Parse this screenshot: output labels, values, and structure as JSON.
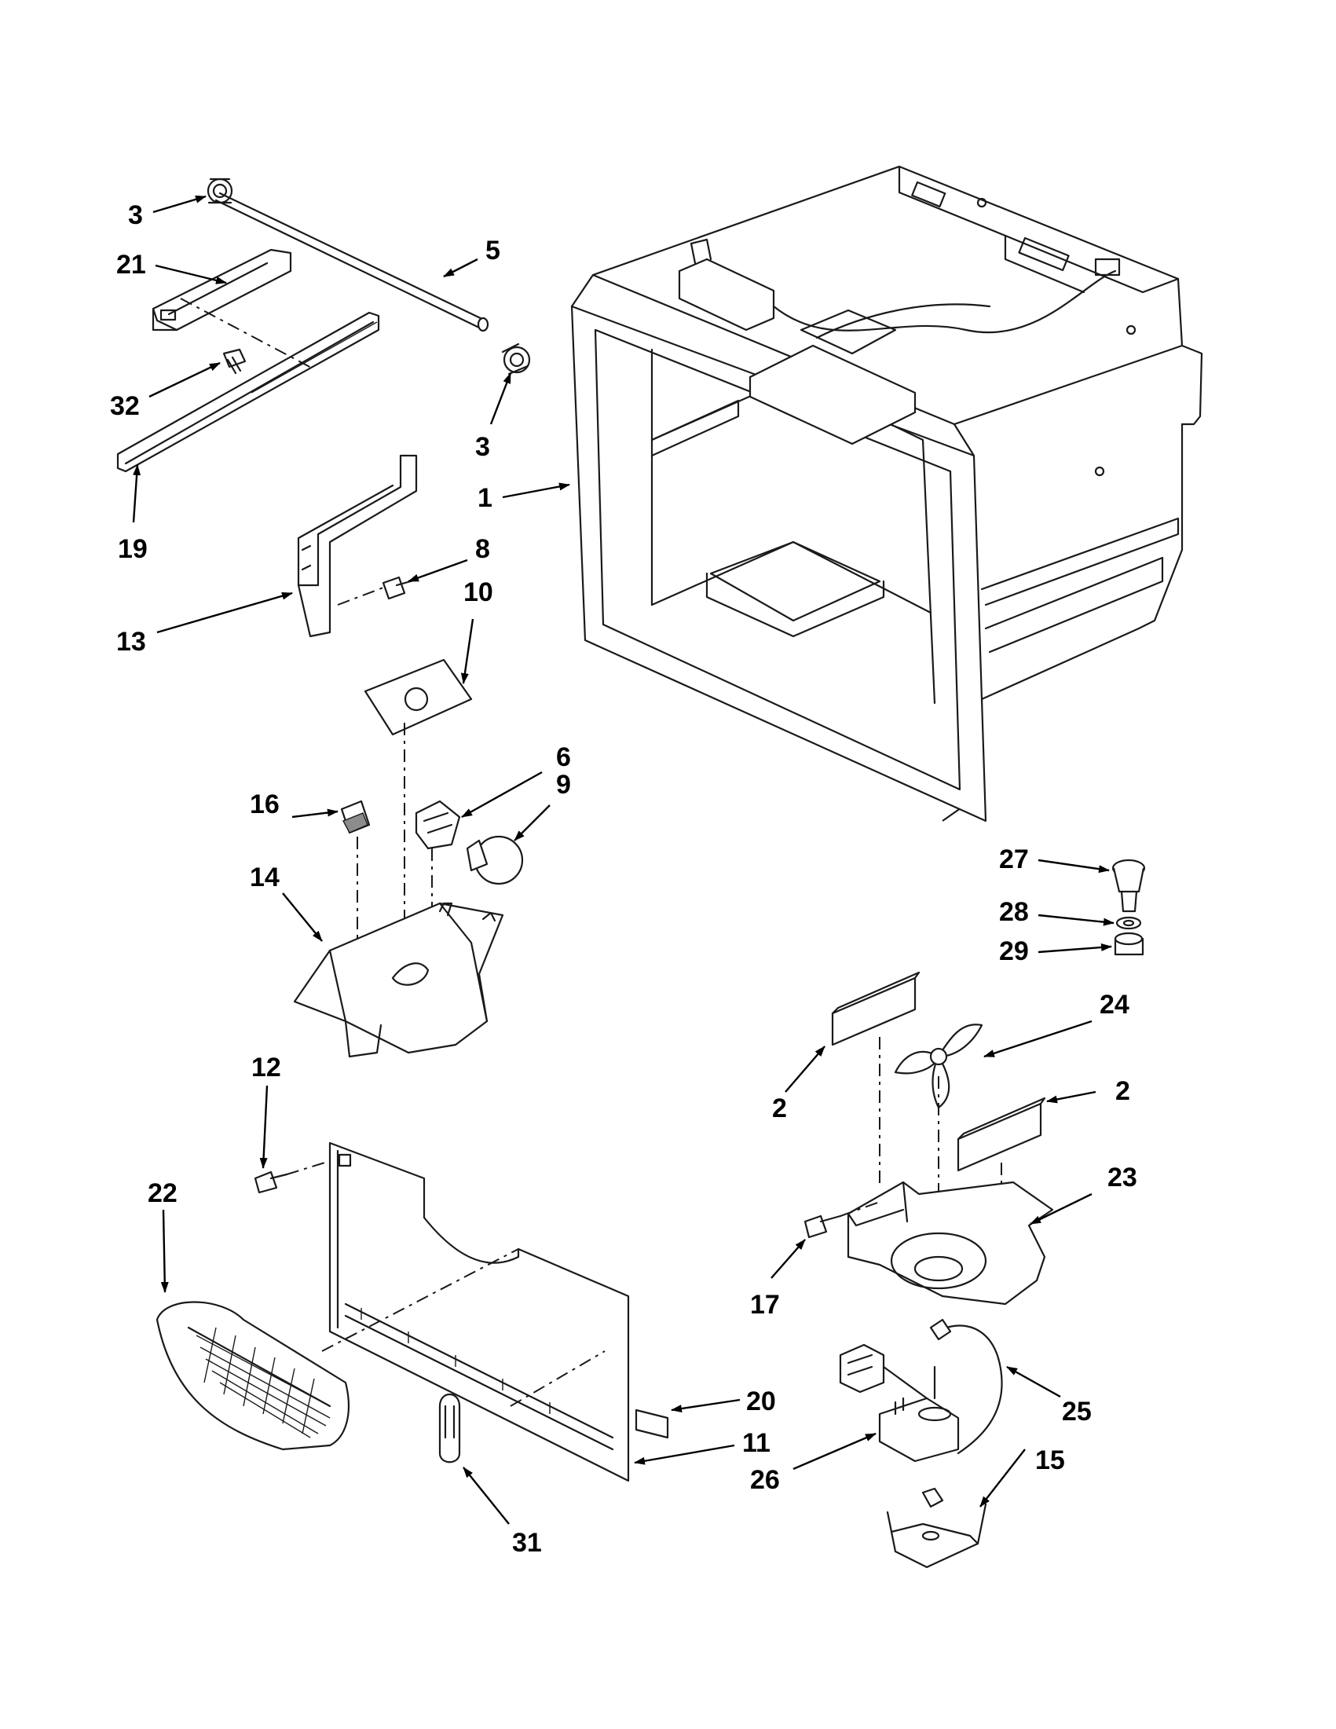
{
  "diagram": {
    "callouts": [
      {
        "id": "c3a",
        "label": "3"
      },
      {
        "id": "c21",
        "label": "21"
      },
      {
        "id": "c5",
        "label": "5"
      },
      {
        "id": "c32",
        "label": "32"
      },
      {
        "id": "c3b",
        "label": "3"
      },
      {
        "id": "c19",
        "label": "19"
      },
      {
        "id": "c1",
        "label": "1"
      },
      {
        "id": "c8",
        "label": "8"
      },
      {
        "id": "c10",
        "label": "10"
      },
      {
        "id": "c13",
        "label": "13"
      },
      {
        "id": "c6",
        "label": "6"
      },
      {
        "id": "c9",
        "label": "9"
      },
      {
        "id": "c16",
        "label": "16"
      },
      {
        "id": "c14",
        "label": "14"
      },
      {
        "id": "c27",
        "label": "27"
      },
      {
        "id": "c28",
        "label": "28"
      },
      {
        "id": "c29",
        "label": "29"
      },
      {
        "id": "c24",
        "label": "24"
      },
      {
        "id": "c2a",
        "label": "2"
      },
      {
        "id": "c2b",
        "label": "2"
      },
      {
        "id": "c12",
        "label": "12"
      },
      {
        "id": "c23",
        "label": "23"
      },
      {
        "id": "c22",
        "label": "22"
      },
      {
        "id": "c17",
        "label": "17"
      },
      {
        "id": "c20",
        "label": "20"
      },
      {
        "id": "c25",
        "label": "25"
      },
      {
        "id": "c11",
        "label": "11"
      },
      {
        "id": "c26",
        "label": "26"
      },
      {
        "id": "c15",
        "label": "15"
      },
      {
        "id": "c31",
        "label": "31"
      }
    ]
  }
}
